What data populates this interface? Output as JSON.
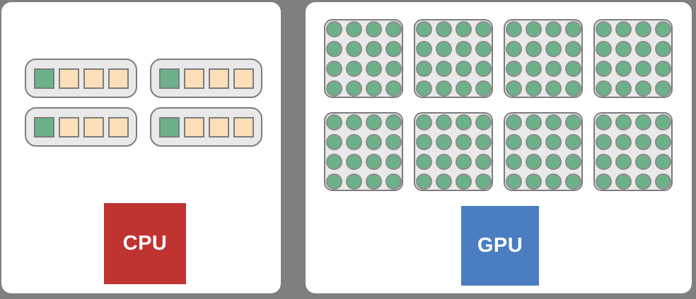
{
  "diagram": {
    "background_color": "#7f7f7f",
    "panel_color": "#ffffff",
    "container_fill": "#e9e9e9",
    "container_border_color": "#7d7d7d",
    "cpu": {
      "label": "CPU",
      "label_text_color": "#ffffff",
      "block_color": "#bf3331",
      "core_count": 4,
      "core_grid": {
        "rows": 2,
        "cols": 2
      },
      "units_per_core": 4,
      "unit_colors": [
        "#6cb18a",
        "#fcdfb8",
        "#fcdfb8",
        "#fcdfb8"
      ],
      "unit_types": [
        "green",
        "peach",
        "peach",
        "peach"
      ]
    },
    "gpu": {
      "label": "GPU",
      "label_text_color": "#ffffff",
      "block_color": "#4b7ec1",
      "sm_count": 8,
      "sm_grid": {
        "rows": 2,
        "cols": 4
      },
      "cores_per_sm": 16,
      "core_grid": {
        "rows": 4,
        "cols": 4
      },
      "core_color": "#6cb18a",
      "core_border_color": "#8c8c8c"
    }
  }
}
